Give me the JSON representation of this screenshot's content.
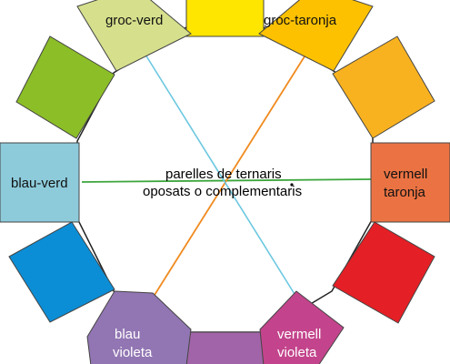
{
  "wheel": {
    "colors": {
      "yellow": "#FFE600",
      "yellow_green": "#D6E08C",
      "yellow_orange": "#FEC100",
      "orange": "#F9B21F",
      "red_orange": "#EB7343",
      "red": "#E41F25",
      "red_violet": "#C3448C",
      "violet": "#A264A8",
      "blue_violet": "#9276B3",
      "blue": "#0C8ED6",
      "blue_green": "#8DCBDB",
      "green": "#8CBE27"
    },
    "labels": {
      "groc_verd": "groc-verd",
      "groc_taronja": "groc-taronja",
      "blau_verd": "blau-verd",
      "vermell_taronja_1": "vermell",
      "vermell_taronja_2": "taronja",
      "blau_violeta_1": "blau",
      "blau_violeta_2": "violeta",
      "vermell_violeta_1": "vermell",
      "vermell_violeta_2": "violeta"
    },
    "center_text": {
      "line1": "parelles de ternaris",
      "line2": "oposats o complementaris"
    },
    "line_colors": {
      "horizontal": "#3BA53B",
      "diag_orange": "#F08A1E",
      "diag_blue": "#6CC8E0"
    }
  }
}
